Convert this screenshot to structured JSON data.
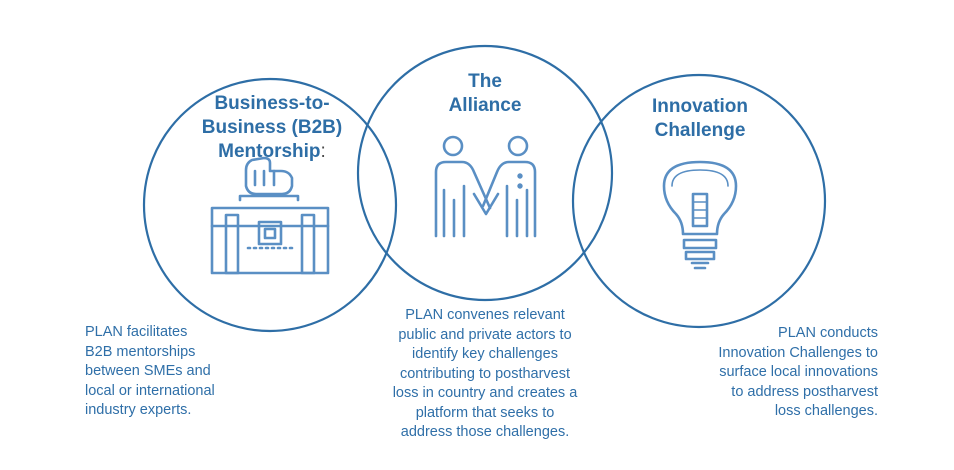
{
  "colors": {
    "circle_stroke": "#2e6ea6",
    "icon_stroke": "#5a8fc4",
    "title": "#2e6ea6",
    "text": "#2f6fa8"
  },
  "sections": {
    "mentorship": {
      "title_lines": [
        "Business-to-",
        "Business (B2B)",
        "Mentorship"
      ],
      "title_suffix": ":",
      "icon": "briefcase-icon",
      "description_lines": [
        "PLAN facilitates",
        "B2B mentorships",
        "between SMEs and",
        "local or international",
        "industry experts."
      ]
    },
    "alliance": {
      "title_lines": [
        "The",
        "Alliance"
      ],
      "icon": "handshake-people-icon",
      "description_lines": [
        "PLAN convenes relevant",
        "public and private actors to",
        "identify key challenges",
        "contributing to postharvest",
        "loss in country and creates a",
        "platform that seeks to",
        "address those challenges."
      ]
    },
    "innovation": {
      "title_lines": [
        "Innovation",
        "Challenge"
      ],
      "icon": "lightbulb-icon",
      "description_lines": [
        "PLAN conducts",
        "Innovation Challenges to",
        "surface local innovations",
        "to address postharvest",
        "loss challenges."
      ]
    }
  }
}
